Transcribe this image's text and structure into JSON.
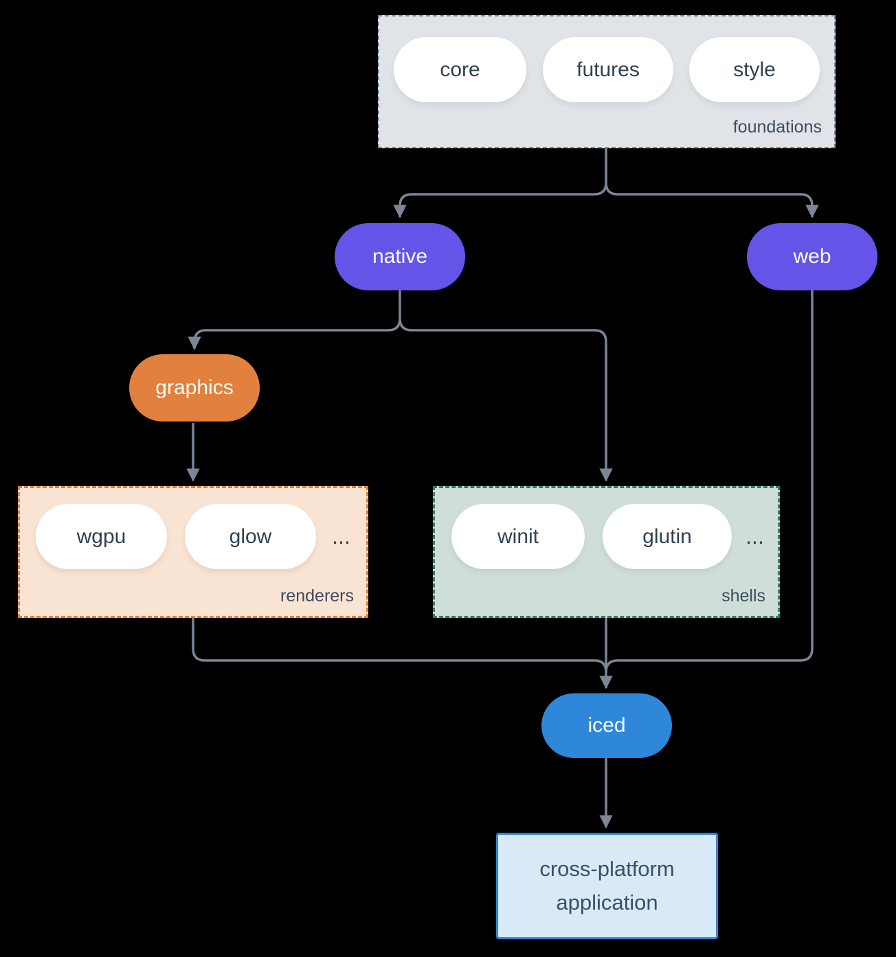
{
  "groups": {
    "foundations": {
      "label": "foundations",
      "pills": [
        "core",
        "futures",
        "style"
      ]
    },
    "renderers": {
      "label": "renderers",
      "pills": [
        "wgpu",
        "glow"
      ],
      "ellipsis": "..."
    },
    "shells": {
      "label": "shells",
      "pills": [
        "winit",
        "glutin"
      ],
      "ellipsis": "..."
    }
  },
  "nodes": {
    "native": "native",
    "web": "web",
    "graphics": "graphics",
    "iced": "iced",
    "application_line1": "cross-platform",
    "application_line2": "application"
  },
  "edges": [
    {
      "from": "foundations",
      "to": "native"
    },
    {
      "from": "foundations",
      "to": "web"
    },
    {
      "from": "native",
      "to": "graphics"
    },
    {
      "from": "native",
      "to": "shells"
    },
    {
      "from": "graphics",
      "to": "renderers"
    },
    {
      "from": "renderers",
      "to": "iced"
    },
    {
      "from": "shells",
      "to": "iced"
    },
    {
      "from": "web",
      "to": "iced"
    },
    {
      "from": "iced",
      "to": "application"
    }
  ],
  "colors": {
    "background": "#000000",
    "connector": "#7c8697",
    "purple": "#6454e7",
    "orange": "#e2813d",
    "blue": "#2e87d8",
    "foundations_fill": "#e0e4e8",
    "foundations_border": "#7e8b99",
    "renderers_fill": "#f9e3d2",
    "shells_fill": "#cfdfd8",
    "shells_border": "#2e7d6d",
    "app_fill": "#d8e9f8",
    "pill_text": "#2f4154",
    "label_text": "#3c4d5f"
  }
}
